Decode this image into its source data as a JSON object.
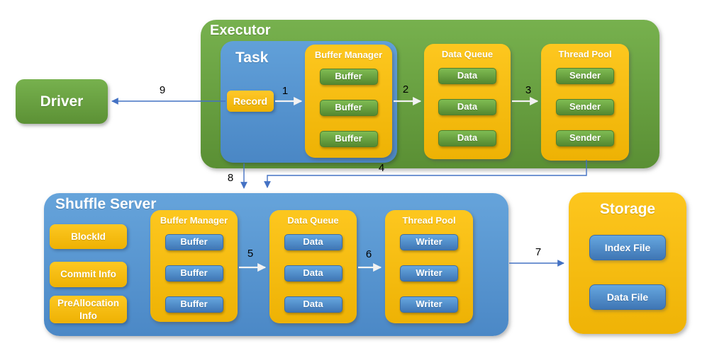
{
  "colors": {
    "green": "#70AD47",
    "blue": "#5B9BD5",
    "orange": "#FFC000",
    "connector_blue": "#4472C4",
    "connector_white": "#F2F2F2",
    "text_white": "#FFFFFF",
    "number_label": "#000000"
  },
  "driver": {
    "title": "Driver"
  },
  "executor": {
    "title": "Executor",
    "task": {
      "title": "Task",
      "record_label": "Record"
    },
    "buffer_manager": {
      "title": "Buffer Manager",
      "items": [
        "Buffer",
        "Buffer",
        "Buffer"
      ]
    },
    "data_queue": {
      "title": "Data Queue",
      "items": [
        "Data",
        "Data",
        "Data"
      ]
    },
    "thread_pool": {
      "title": "Thread Pool",
      "items": [
        "Sender",
        "Sender",
        "Sender"
      ]
    }
  },
  "shuffle_server": {
    "title": "Shuffle Server",
    "info_boxes": [
      "BlockId",
      "Commit Info",
      "PreAllocation Info"
    ],
    "buffer_manager": {
      "title": "Buffer Manager",
      "items": [
        "Buffer",
        "Buffer",
        "Buffer"
      ]
    },
    "data_queue": {
      "title": "Data Queue",
      "items": [
        "Data",
        "Data",
        "Data"
      ]
    },
    "thread_pool": {
      "title": "Thread Pool",
      "items": [
        "Writer",
        "Writer",
        "Writer"
      ]
    }
  },
  "storage": {
    "title": "Storage",
    "items": [
      "Index File",
      "Data File"
    ]
  },
  "connections": {
    "n1": "1",
    "n2": "2",
    "n3": "3",
    "n4": "4",
    "n5": "5",
    "n6": "6",
    "n7": "7",
    "n8": "8",
    "n9": "9"
  }
}
